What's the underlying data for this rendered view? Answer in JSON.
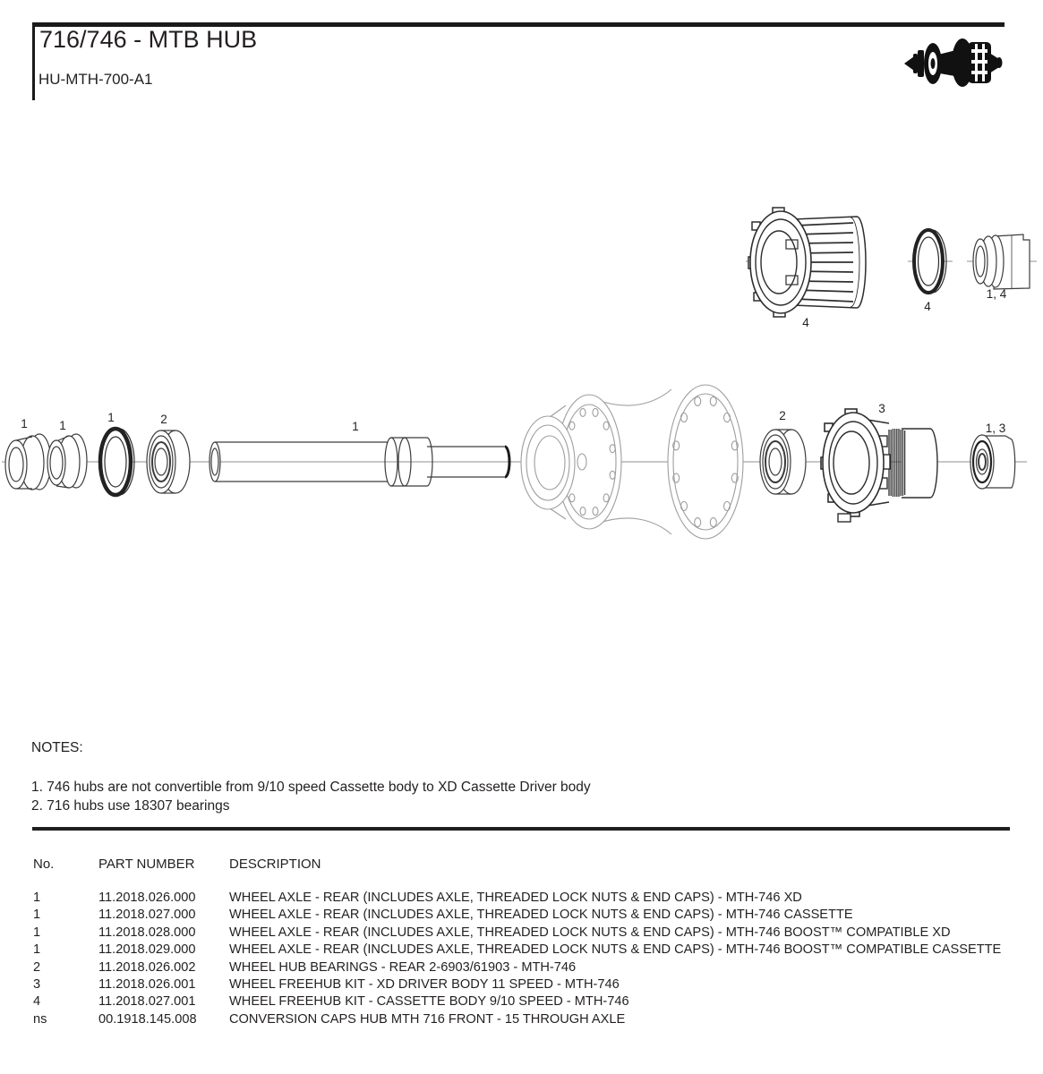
{
  "header": {
    "title": "716/746 - MTB HUB",
    "part_code": "HU-MTH-700-A1",
    "hub_icon": "rear-hub-silhouette-icon"
  },
  "diagram": {
    "callouts": [
      "1",
      "1",
      "1",
      "2",
      "1",
      "2",
      "3",
      "1, 3",
      "4",
      "4",
      "1, 4"
    ]
  },
  "notes": {
    "heading": "NOTES:",
    "items": [
      "1. 746 hubs are not convertible from 9/10 speed Cassette body to XD Cassette Driver body",
      "2. 716 hubs use 18307 bearings"
    ]
  },
  "parts_table": {
    "columns": [
      "No.",
      "PART NUMBER",
      "DESCRIPTION"
    ],
    "rows": [
      {
        "no": "1",
        "part_number": "11.2018.026.000",
        "description": "WHEEL AXLE - REAR (INCLUDES AXLE, THREADED LOCK NUTS & END CAPS) - MTH-746 XD"
      },
      {
        "no": "1",
        "part_number": "11.2018.027.000",
        "description": "WHEEL AXLE - REAR (INCLUDES AXLE, THREADED LOCK NUTS & END CAPS) - MTH-746 CASSETTE"
      },
      {
        "no": "1",
        "part_number": "11.2018.028.000",
        "description": "WHEEL AXLE - REAR (INCLUDES AXLE, THREADED LOCK NUTS & END CAPS) - MTH-746 BOOST™ COMPATIBLE XD"
      },
      {
        "no": "1",
        "part_number": "11.2018.029.000",
        "description": "WHEEL AXLE - REAR (INCLUDES AXLE, THREADED LOCK NUTS & END CAPS) - MTH-746 BOOST™ COMPATIBLE CASSETTE"
      },
      {
        "no": "2",
        "part_number": "11.2018.026.002",
        "description": "WHEEL HUB BEARINGS - REAR 2-6903/61903 - MTH-746"
      },
      {
        "no": "3",
        "part_number": "11.2018.026.001",
        "description": "WHEEL FREEHUB KIT - XD DRIVER BODY 11 SPEED - MTH-746"
      },
      {
        "no": "4",
        "part_number": "11.2018.027.001",
        "description": "WHEEL FREEHUB KIT - CASSETTE BODY 9/10 SPEED - MTH-746"
      },
      {
        "no": "ns",
        "part_number": "00.1918.145.008",
        "description": "CONVERSION CAPS HUB MTH 716 FRONT - 15 THROUGH AXLE"
      }
    ]
  },
  "colors": {
    "text": "#231f20",
    "rule": "#1a1a1a",
    "part_stroke": "#3c3c3c",
    "hub_stroke": "#9e9e9e"
  }
}
